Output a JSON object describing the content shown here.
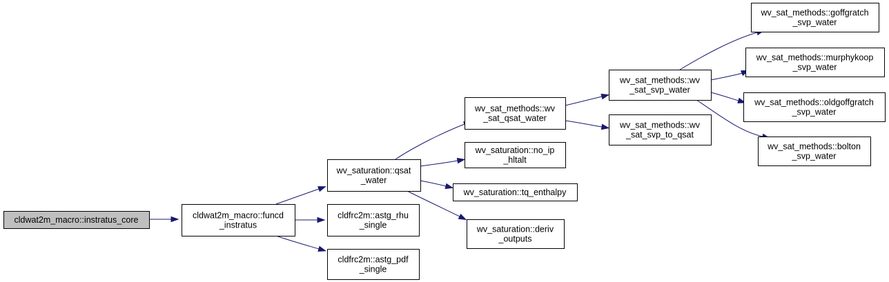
{
  "graph": {
    "nodes": [
      {
        "id": "n0",
        "name": "node-cldwat2m-macro-instratus-core",
        "kind": "root",
        "lines": [
          "cldwat2m_macro::instratus_core"
        ]
      },
      {
        "id": "n1",
        "name": "node-cldwat2m-macro-funcd-instratus",
        "kind": "normal",
        "lines": [
          "cldwat2m_macro::funcd",
          "_instratus"
        ]
      },
      {
        "id": "n2",
        "name": "node-wv-saturation-qsat-water",
        "kind": "normal",
        "lines": [
          "wv_saturation::qsat",
          "_water"
        ]
      },
      {
        "id": "n3",
        "name": "node-cldfrc2m-astg-rhu-single",
        "kind": "normal",
        "lines": [
          "cldfrc2m::astg_rhu",
          "_single"
        ]
      },
      {
        "id": "n4",
        "name": "node-cldfrc2m-astg-pdf-single",
        "kind": "normal",
        "lines": [
          "cldfrc2m::astg_pdf",
          "_single"
        ]
      },
      {
        "id": "n5",
        "name": "node-wv-sat-methods-wv-sat-qsat-water",
        "kind": "normal",
        "lines": [
          "wv_sat_methods::wv",
          "_sat_qsat_water"
        ]
      },
      {
        "id": "n6",
        "name": "node-wv-saturation-no-ip-hltalt",
        "kind": "normal",
        "lines": [
          "wv_saturation::no_ip",
          "_hltalt"
        ]
      },
      {
        "id": "n7",
        "name": "node-wv-saturation-tq-enthalpy",
        "kind": "normal",
        "lines": [
          "wv_saturation::tq_enthalpy"
        ]
      },
      {
        "id": "n8",
        "name": "node-wv-saturation-deriv-outputs",
        "kind": "normal",
        "lines": [
          "wv_saturation::deriv",
          "_outputs"
        ]
      },
      {
        "id": "n9",
        "name": "node-wv-sat-methods-wv-sat-svp-water",
        "kind": "normal",
        "lines": [
          "wv_sat_methods::wv",
          "_sat_svp_water"
        ]
      },
      {
        "id": "n10",
        "name": "node-wv-sat-methods-wv-sat-svp-to-qsat",
        "kind": "normal",
        "lines": [
          "wv_sat_methods::wv",
          "_sat_svp_to_qsat"
        ]
      },
      {
        "id": "n11",
        "name": "node-wv-sat-methods-goffgratch-svp-water",
        "kind": "normal",
        "lines": [
          "wv_sat_methods::goffgratch",
          "_svp_water"
        ]
      },
      {
        "id": "n12",
        "name": "node-wv-sat-methods-murphykoop-svp-water",
        "kind": "normal",
        "lines": [
          "wv_sat_methods::murphykoop",
          "_svp_water"
        ]
      },
      {
        "id": "n13",
        "name": "node-wv-sat-methods-oldgoffgratch-svp-water",
        "kind": "normal",
        "lines": [
          "wv_sat_methods::oldgoffgratch",
          "_svp_water"
        ]
      },
      {
        "id": "n14",
        "name": "node-wv-sat-methods-bolton-svp-water",
        "kind": "normal",
        "lines": [
          "wv_sat_methods::bolton",
          "_svp_water"
        ]
      }
    ],
    "edges": [
      {
        "from": "n0",
        "to": "n1"
      },
      {
        "from": "n1",
        "to": "n2"
      },
      {
        "from": "n1",
        "to": "n3"
      },
      {
        "from": "n1",
        "to": "n4"
      },
      {
        "from": "n2",
        "to": "n5"
      },
      {
        "from": "n2",
        "to": "n6"
      },
      {
        "from": "n2",
        "to": "n7"
      },
      {
        "from": "n2",
        "to": "n8"
      },
      {
        "from": "n5",
        "to": "n9"
      },
      {
        "from": "n5",
        "to": "n10"
      },
      {
        "from": "n9",
        "to": "n11"
      },
      {
        "from": "n9",
        "to": "n12"
      },
      {
        "from": "n9",
        "to": "n13"
      },
      {
        "from": "n9",
        "to": "n14"
      }
    ]
  }
}
